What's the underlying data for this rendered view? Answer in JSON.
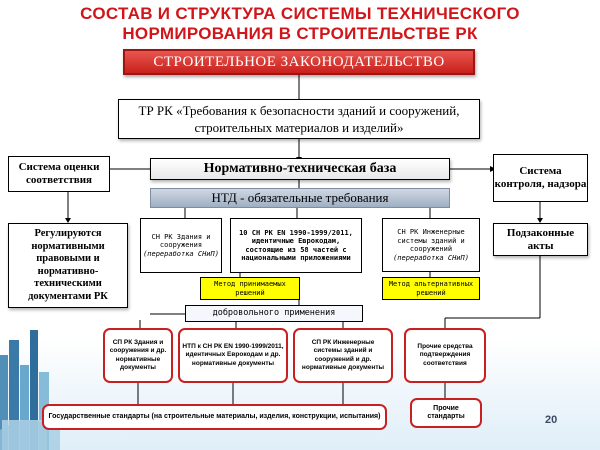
{
  "title": {
    "line1": "СОСТАВ И СТРУКТУРА СИСТЕМЫ ТЕХНИЧЕСКОГО",
    "line2": "НОРМИРОВАНИЯ В СТРОИТЕЛЬСТВЕ РК"
  },
  "legislation": "СТРОИТЕЛЬНОЕ ЗАКОНОДАТЕЛЬСТВО",
  "tr": "ТР РК «Требования к безопасности зданий и сооружений, строительных материалов и изделий»",
  "normative_base": "Нормативно-техническая база",
  "ntd": "НТД - обязательные   требования",
  "conformity_system": "Система оценки соответствия",
  "control_system": "Система контроля, надзора",
  "regulated": "Регулируются нормативными правовыми и нормативно-техническими документами РК",
  "bylaws": "Подзаконные акты",
  "sn_buildings": {
    "text": "СН РК Здания и сооружения",
    "note": "(переработка СНиП)"
  },
  "en_standards": "10 СН РК EN 1990-1999/2011, идентичные Еврокодам, состоящие из 58 частей с национальными приложениями",
  "sn_engineering": {
    "text": "СН РК Инженерные системы зданий и сооружений",
    "note": "(переработка СНиП)"
  },
  "method_accepted": "Метод принимаемых решений",
  "method_alternative": "Метод альтернативных решений",
  "voluntary": "добровольного применения",
  "sp_buildings": "СП РК Здания и сооружения и др. нормативные документы",
  "ntp_en": "НТП к СН РК EN 1990-1999/2011, идентичных Еврокодам и др. нормативные документы",
  "sp_engineering": "СП РК Инженерные системы зданий и сооружений и др. нормативные документы",
  "other_means": "Прочие средства подтверждения соответствия",
  "state_standards": "Государственные стандарты (на строительные материалы, изделия, конструкции, испытания)",
  "other_standards": "Прочие стандарты",
  "page_number": "20",
  "colors": {
    "title": "#d0161a",
    "bar_red": "#c9201c",
    "method_yellow": "#ffff00",
    "ntd_gray": "#a9b8ca"
  }
}
